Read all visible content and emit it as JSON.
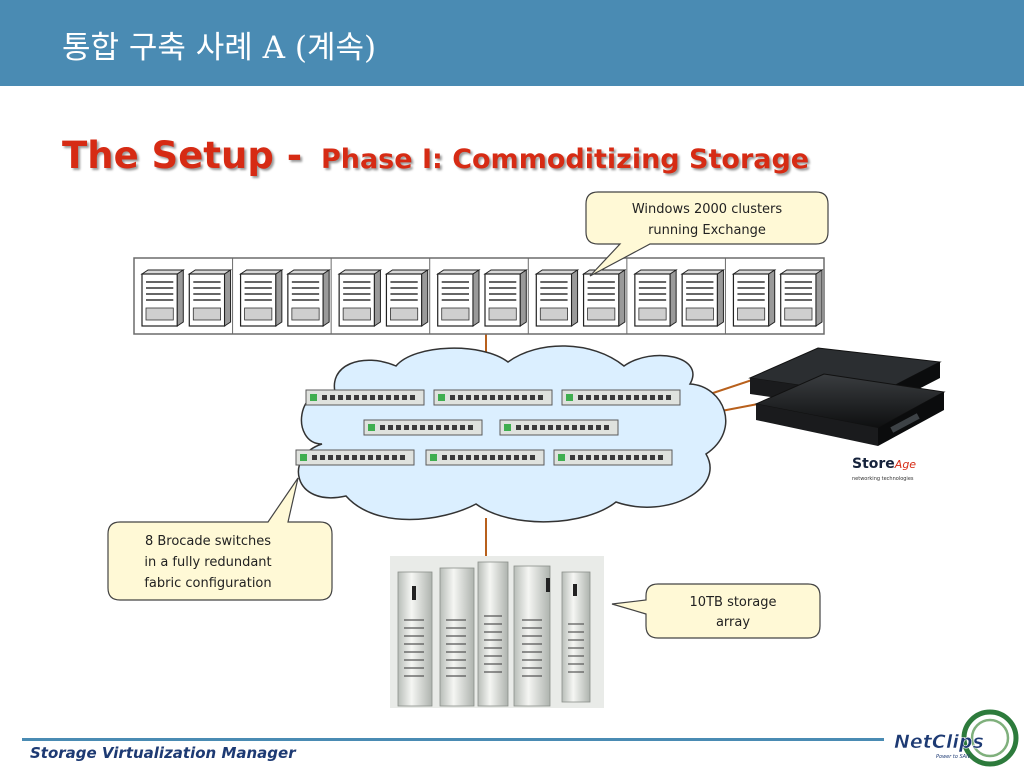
{
  "header": {
    "title": "통합 구축 사례 A (계속)"
  },
  "subtitle": {
    "main": "The Setup - ",
    "phase": "Phase I: Commoditizing Storage"
  },
  "callouts": {
    "windows": {
      "line1": "Windows 2000 clusters",
      "line2": "running Exchange"
    },
    "brocade": {
      "line1": "8 Brocade switches",
      "line2": "in a fully redundant",
      "line3": "fabric configuration"
    },
    "storage": {
      "line1": "10TB storage",
      "line2": "array"
    }
  },
  "storeage": {
    "name": "Store",
    "name_suffix": "Age",
    "tagline": "networking technologies"
  },
  "footer": {
    "text": "Storage Virtualization Manager"
  },
  "logo": {
    "name": "NetClips",
    "tagline": "Power to SAN"
  },
  "colors": {
    "header": "#4a8bb3",
    "title_red": "#d62b14",
    "cloud": "#dbefff",
    "callout": "#fff9d6",
    "wire": "#b8601c",
    "logo_green": "#2d7b3c",
    "footer_text": "#1d3a73"
  },
  "icons": [
    "server-tower-icon",
    "fibre-switch-icon",
    "san-cloud",
    "storage-array-icon",
    "storeage-appliance-icon",
    "netclips-logo-icon"
  ],
  "diagram": {
    "server_pairs": 7,
    "switch_count": 8,
    "appliance_count": 2
  }
}
